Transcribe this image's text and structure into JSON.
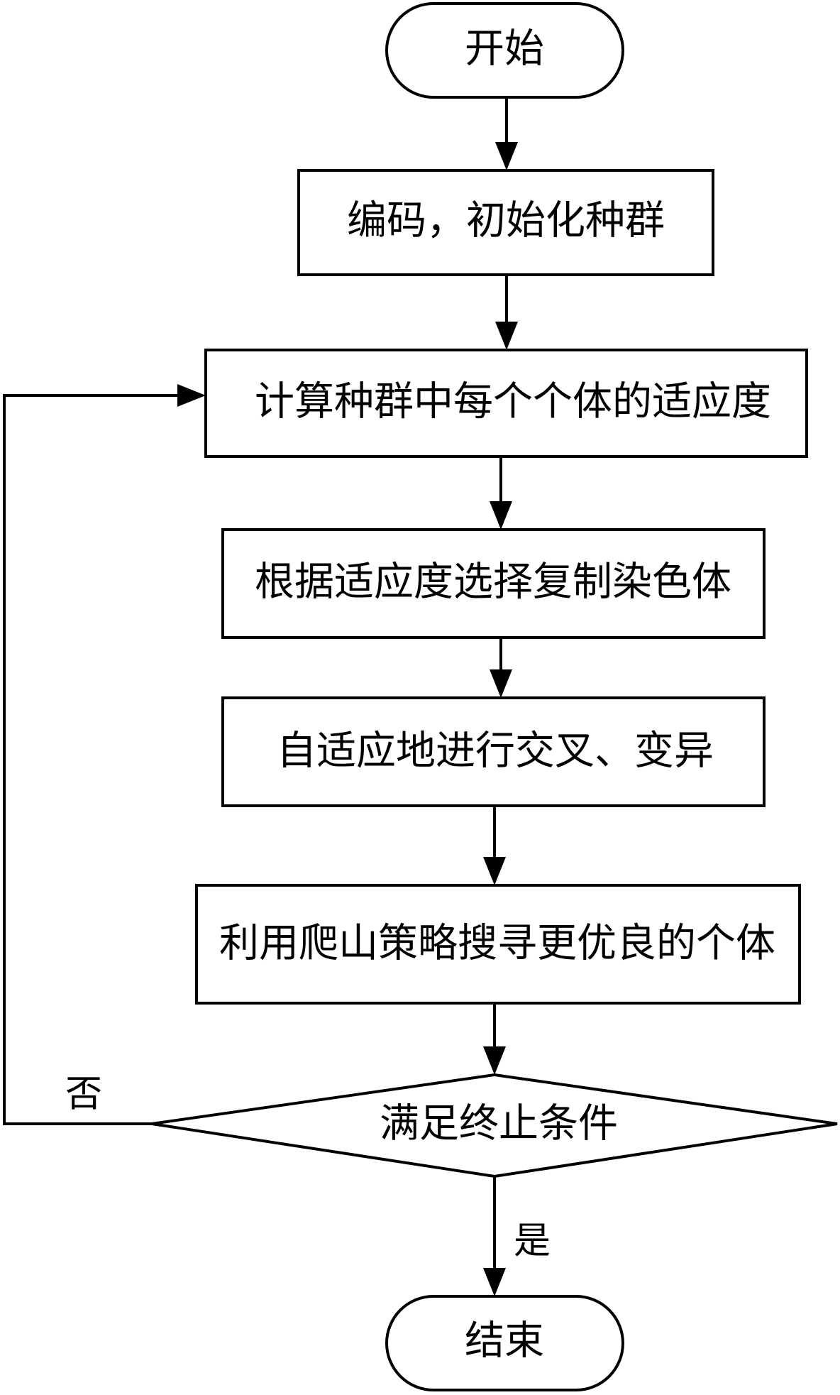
{
  "flowchart": {
    "nodes": {
      "start": {
        "label": "开始",
        "shape": "terminator"
      },
      "encode_init": {
        "label": "编码，初始化种群",
        "shape": "process"
      },
      "fitness": {
        "label": "计算种群中每个个体的适应度",
        "shape": "process"
      },
      "select": {
        "label": "根据适应度选择复制染色体",
        "shape": "process"
      },
      "crossover": {
        "label": "自适应地进行交叉、变异",
        "shape": "process"
      },
      "hill_climb": {
        "label": "利用爬山策略搜寻更优良的个体",
        "shape": "process"
      },
      "terminate_check": {
        "label": "满足终止条件",
        "shape": "decision"
      },
      "end": {
        "label": "结束",
        "shape": "terminator"
      }
    },
    "edges": {
      "no_label": "否",
      "yes_label": "是"
    }
  }
}
